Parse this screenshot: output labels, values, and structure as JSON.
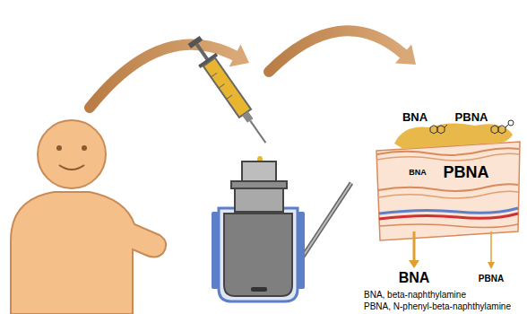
{
  "diagram": {
    "labels": [
      "BNA",
      "PBNA",
      "BNA",
      "PBNA",
      "BNA",
      "PBNA",
      "BNA, beta-naphthylamine",
      "PBNA, N-phenyl-beta-naphthylamine"
    ]
  }
}
